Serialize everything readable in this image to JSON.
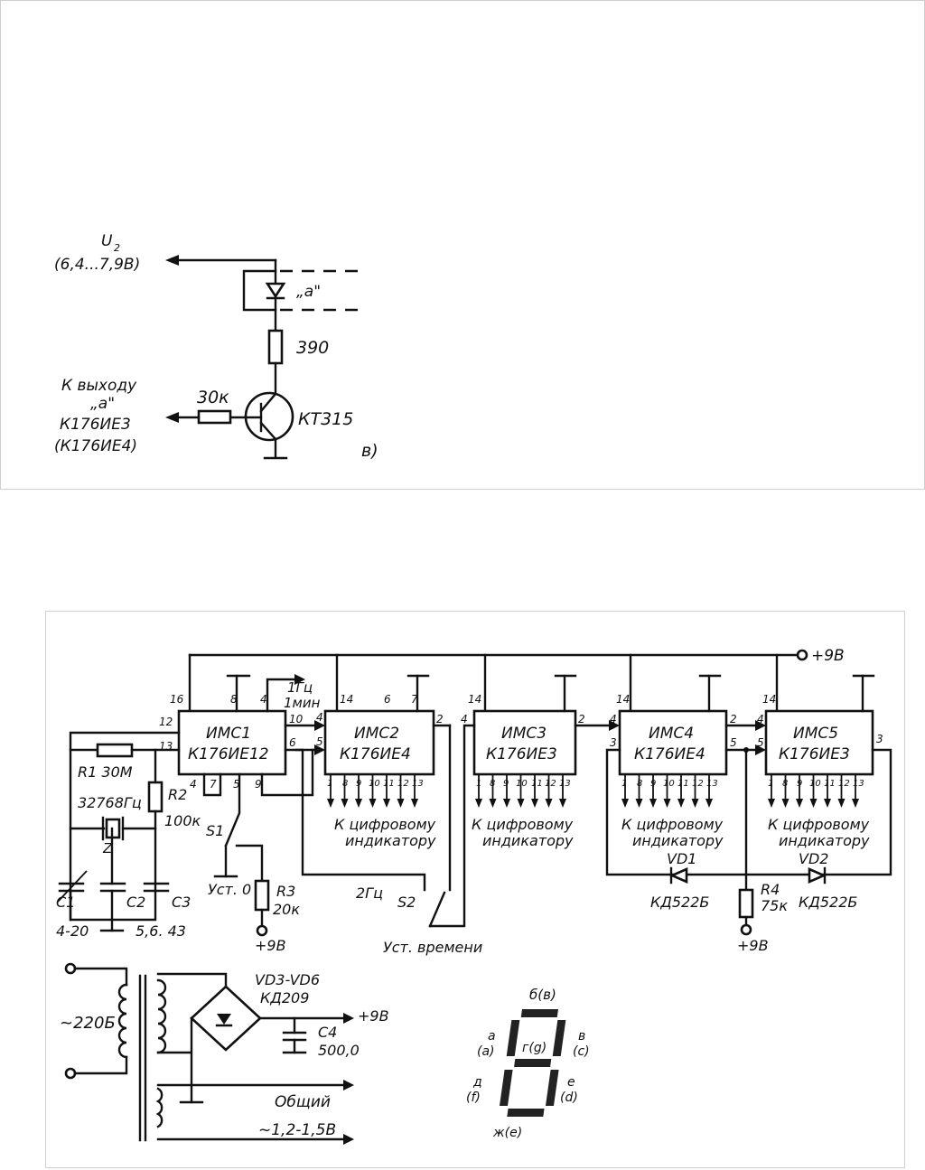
{
  "diagram_a": {
    "supply_label": "U",
    "supply_sub": "2",
    "supply_range": "(6,4...7,9В)",
    "segment_label": "„а\"",
    "resistor_top": "390",
    "resistor_base": "30к",
    "transistor": "КТ315",
    "input_label": [
      "К выходу",
      "„а\"",
      "К176ИЕ3",
      "(К176ИЕ4)"
    ],
    "part_letter": "в)"
  },
  "diagram_b": {
    "supply_label": "+9В",
    "chips": [
      {
        "ref": "ИМС1",
        "type": "К176ИЕ12"
      },
      {
        "ref": "ИМС2",
        "type": "К176ИЕ4"
      },
      {
        "ref": "ИМС3",
        "type": "К176ИЕ3"
      },
      {
        "ref": "ИМС4",
        "type": "К176ИЕ4"
      },
      {
        "ref": "ИМС5",
        "type": "К176ИЕ3"
      }
    ],
    "pins": {
      "ic1": {
        "p16": "16",
        "p8": "8",
        "p4": "4",
        "p12": "12",
        "p13": "13",
        "p10": "10",
        "p6": "6",
        "p4b": "4",
        "p7": "7",
        "p5": "5",
        "p9": "9"
      },
      "ic_other": [
        "14",
        "6",
        "7",
        "2",
        "4",
        "5",
        "3"
      ],
      "outputs_ie4": [
        "1",
        "8",
        "9",
        "10",
        "11",
        "12",
        "13"
      ],
      "outputs_ie3": [
        "1",
        "8",
        "9",
        "10",
        "11",
        "12",
        "13"
      ]
    },
    "freq_1hz": "1Гц",
    "freq_1min": "1мин",
    "freq_2hz": "2Гц",
    "indicator_label": [
      "К цифровому",
      "индикатору"
    ],
    "r1": "R1 30М",
    "crystal_freq": "32768Гц",
    "crystal": "Z",
    "r2": [
      "R2",
      "100к"
    ],
    "c1": "C1",
    "c2": "C2",
    "c3": "C3",
    "cap_values": "4-20",
    "cap_values2": "5,6. 43",
    "s1": "S1",
    "s1_label": "Уст. 0",
    "r3": [
      "R3",
      "20к"
    ],
    "plus9_r3": "+9В",
    "s2": "S2",
    "s2_label": "Уст. времени",
    "vd1": "VD1",
    "vd2": "VD2",
    "diode_type": "КД522Б",
    "r4": [
      "R4",
      "75к"
    ],
    "plus9_r4": "+9В",
    "mains": "~220Б",
    "bridge": "VD3-VD6",
    "bridge_type": "КД209",
    "c4": [
      "C4",
      "500,0"
    ],
    "out_9v": "+9В",
    "common": "Общий",
    "ac_low": "~1,2-1,5В"
  },
  "seven_segment": {
    "labels": {
      "b": "б(в)",
      "a": "а",
      "a_sub": "(а)",
      "g": "г(g)",
      "v": "в",
      "v_sub": "(c)",
      "d": "д",
      "d_sub": "(f)",
      "e": "е",
      "e_sub": "(d)",
      "zh": "ж(е)"
    }
  }
}
